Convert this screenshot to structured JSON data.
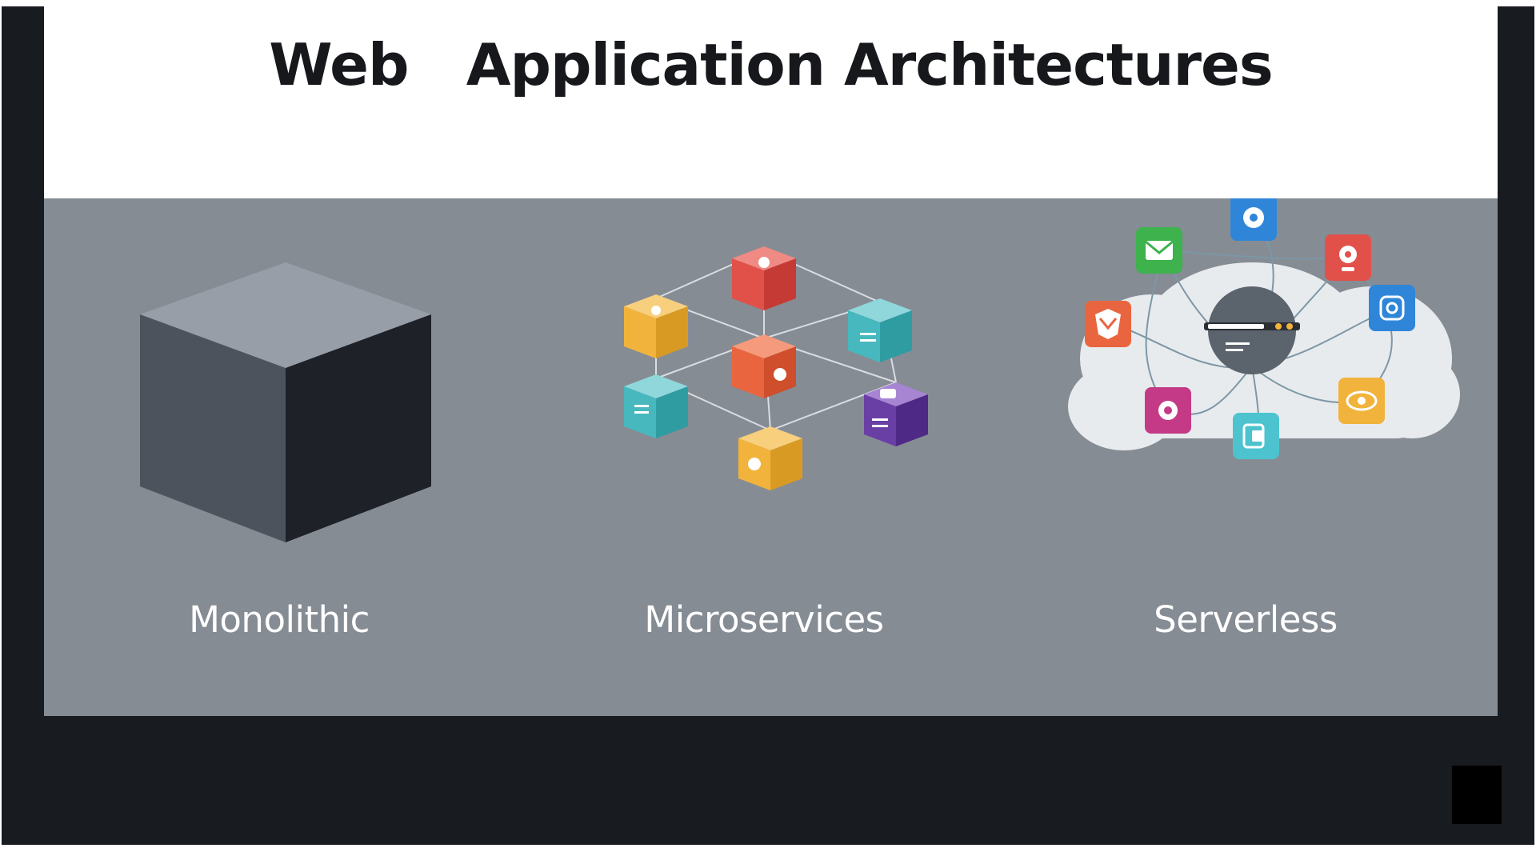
{
  "slide": {
    "title": "Web   Application Architectures"
  },
  "architectures": [
    {
      "name": "Monolithic",
      "icon": "monolith-cube-icon"
    },
    {
      "name": "Microservices",
      "icon": "microservices-network-icon"
    },
    {
      "name": "Serverless",
      "icon": "serverless-cloud-icon"
    }
  ],
  "colors": {
    "background": "#181b20",
    "header": "#ffffff",
    "panel": "#868c94",
    "title_text": "#16181c",
    "label_text": "#ffffff",
    "red": "#e2504a",
    "yellow": "#f2b33c",
    "teal": "#46b8be",
    "orange": "#e9653f",
    "purple": "#6a3fa5",
    "blue": "#2f86d9",
    "green": "#3db24d",
    "magenta": "#c43a86",
    "cyan": "#4cc3cf"
  }
}
